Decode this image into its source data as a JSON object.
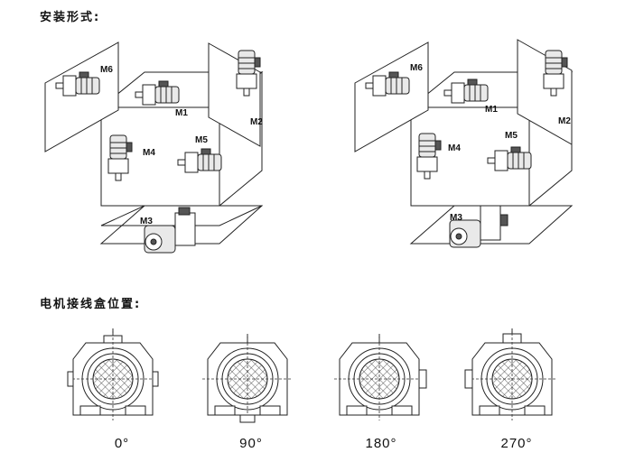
{
  "headings": {
    "mounting": "安装形式:",
    "terminal_box": "电机接线盒位置:"
  },
  "left_diagram": {
    "labels": {
      "m1": "M1",
      "m2": "M2",
      "m3": "M3",
      "m4": "M4",
      "m5": "M5",
      "m6": "M6"
    }
  },
  "right_diagram": {
    "labels": {
      "m1": "M1",
      "m2": "M2",
      "m3": "M3",
      "m4": "M4",
      "m5": "M5",
      "m6": "M6"
    }
  },
  "positions": [
    {
      "angle": "0°"
    },
    {
      "angle": "90°"
    },
    {
      "angle": "180°"
    },
    {
      "angle": "270°"
    }
  ]
}
